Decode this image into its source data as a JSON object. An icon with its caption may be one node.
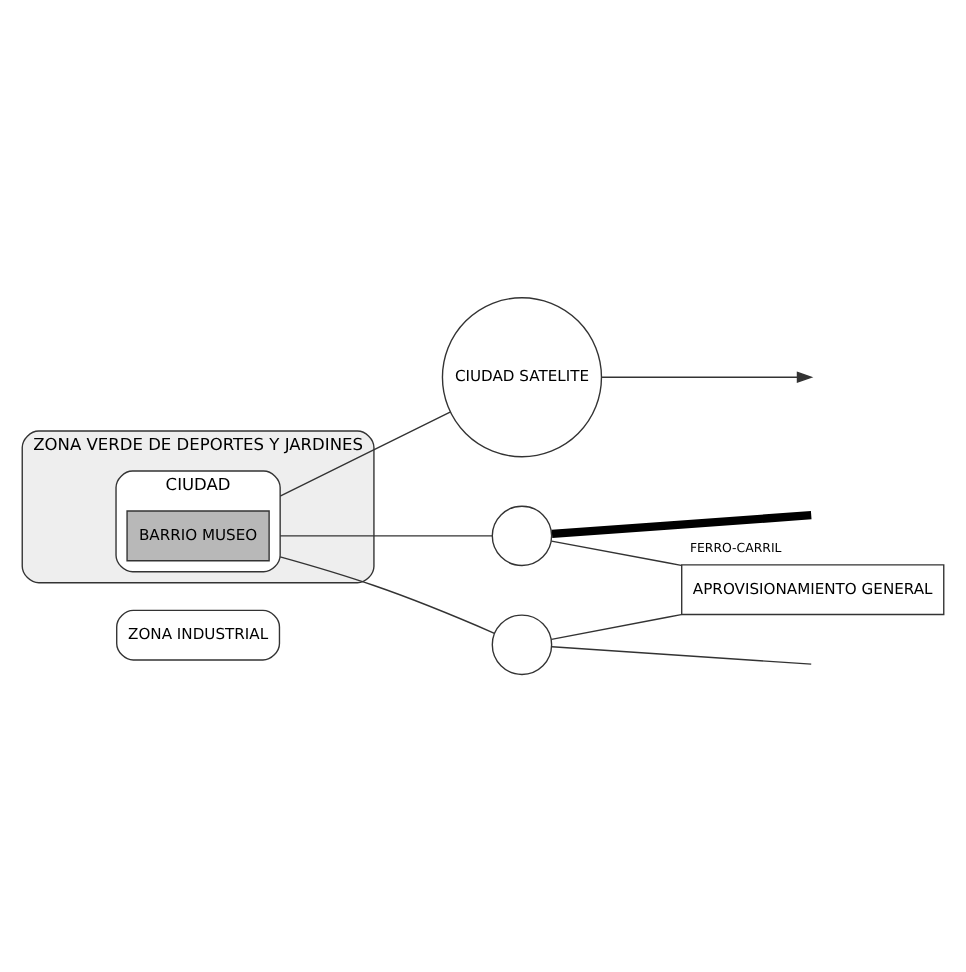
{
  "diagram": {
    "nodes": [
      {
        "text": [
          "ZONA INDUSTRIAL"
        ]
      },
      {
        "text": [
          "ZONA VERDE DE DEPORTES Y JARDINES"
        ]
      },
      {
        "text": [
          "CIUDAD"
        ],
        "in": 1
      },
      {
        "text": [
          "BARRIO MUSEO"
        ],
        "in": 2
      },
      {
        "text": [
          "CIUDAD SATELITE"
        ]
      },
      {
        "text": [],
        "shape": "circle"
      },
      {
        "text": [],
        "shape": "circle"
      },
      {
        "text": [
          "APROVISIONAMIENTO GENERAL"
        ]
      }
    ],
    "edges": [
      {
        "from": 2,
        "to": 4,
        "arrow": "none"
      },
      {
        "from": 4,
        "to": null,
        "arrow": "to"
      },
      {
        "from": 2,
        "to": 5,
        "arrow": "none"
      },
      {
        "from": 5,
        "to": null,
        "arrow": "none",
        "label": "FERRO-CARRIL",
        "style": "thick"
      },
      {
        "from": 5,
        "to": 7,
        "arrow": "none"
      },
      {
        "from": 2,
        "to": 6,
        "arrow": "none"
      },
      {
        "from": 6,
        "to": 7,
        "arrow": "none"
      },
      {
        "from": 6,
        "to": null,
        "arrow": "none"
      }
    ]
  }
}
